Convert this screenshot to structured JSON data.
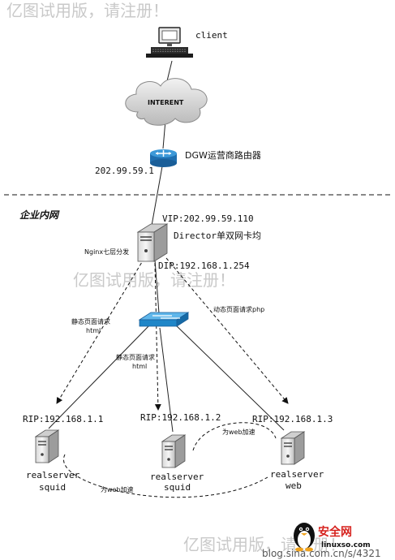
{
  "watermarks": {
    "top": "亿图试用版，请注册！",
    "middle": "亿图试用版，请注册！",
    "bottom": "亿图试用版，请注册！"
  },
  "nodes": {
    "client": {
      "label": "client",
      "icon": "computer-icon"
    },
    "internet": {
      "label": "INTERENT",
      "icon": "cloud-icon"
    },
    "router": {
      "label": "DGW运营商路由器",
      "ip": "202.99.59.1",
      "icon": "router-icon"
    },
    "zone_label": "企业内网",
    "director": {
      "label": "Director单双网卡均",
      "vip": "VIP:202.99.59.110",
      "dip": "DIP:192.168.1.254",
      "layer_note": "Nginx七层分发",
      "icon": "server-icon"
    },
    "switch": {
      "icon": "switch-icon"
    },
    "realservers": [
      {
        "rip": "RIP:192.168.1.1",
        "name": "realserver",
        "role": "squid",
        "icon": "server-icon"
      },
      {
        "rip": "RIP:192.168.1.2",
        "name": "realserver",
        "role": "squid",
        "icon": "server-icon"
      },
      {
        "rip": "RIP:192.168.1.3",
        "name": "realserver",
        "role": "web",
        "icon": "server-icon"
      }
    ]
  },
  "edge_labels": {
    "static_left_line1": "静态页面请求",
    "static_left_line2": "html",
    "static_mid_line1": "静态页面请求",
    "static_mid_line2": "html",
    "dynamic": "动态页面请求php",
    "accel_top": "为web加速",
    "accel_bottom": "为web加速"
  },
  "footer": {
    "logo_text": "安全网",
    "logo_domain": "linuxso.com",
    "blog_url": "blog.sina.com.cn/s/4321"
  },
  "colors": {
    "watermark": "#c9c9c9",
    "switch_blue": "#1f86c8",
    "router_blue": "#2a7fc4",
    "logo_red": "#d6221e"
  }
}
